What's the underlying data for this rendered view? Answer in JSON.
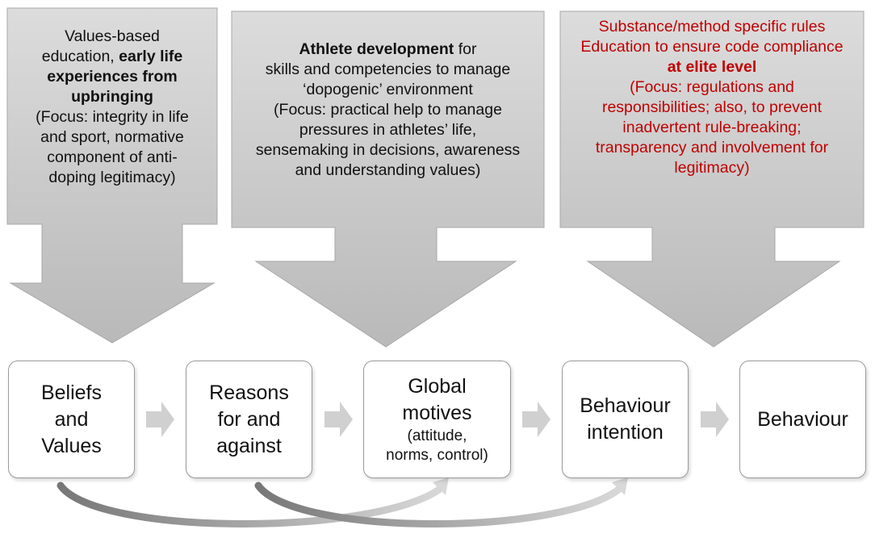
{
  "callouts": [
    {
      "lines": [
        [
          {
            "t": "Values-based",
            "s": ""
          }
        ],
        [
          {
            "t": "education, ",
            "s": ""
          },
          {
            "t": "early life",
            "s": "b"
          }
        ],
        [
          {
            "t": "experiences from",
            "s": "b"
          }
        ],
        [
          {
            "t": "upbringing",
            "s": "b"
          }
        ],
        [
          {
            "t": "(Focus: integrity in life",
            "s": ""
          }
        ],
        [
          {
            "t": "and sport, normative",
            "s": ""
          }
        ],
        [
          {
            "t": "component of anti-",
            "s": ""
          }
        ],
        [
          {
            "t": "doping legitimacy)",
            "s": ""
          }
        ]
      ]
    },
    {
      "lines": [
        [
          {
            "t": "Athlete development",
            "s": "b"
          },
          {
            "t": " for",
            "s": ""
          }
        ],
        [
          {
            "t": "skills and competencies to manage",
            "s": ""
          }
        ],
        [
          {
            "t": "‘dopogenic’ environment",
            "s": ""
          }
        ],
        [
          {
            "t": "(Focus: practical help to manage",
            "s": ""
          }
        ],
        [
          {
            "t": "pressures in athletes’ life,",
            "s": ""
          }
        ],
        [
          {
            "t": "sensemaking in decisions, awareness",
            "s": ""
          }
        ],
        [
          {
            "t": "and understanding values)",
            "s": ""
          }
        ]
      ]
    },
    {
      "lines": [
        [
          {
            "t": "Substance/method specific rules",
            "s": "red"
          }
        ],
        [
          {
            "t": "Education to ensure code compliance",
            "s": "red"
          }
        ],
        [
          {
            "t": "at elite level",
            "s": "red b"
          }
        ],
        [
          {
            "t": "(Focus: regulations and",
            "s": "red"
          }
        ],
        [
          {
            "t": "responsibilities; also, to prevent",
            "s": "red"
          }
        ],
        [
          {
            "t": "inadvertent rule-breaking;",
            "s": "red"
          }
        ],
        [
          {
            "t": "transparency and involvement for",
            "s": "red"
          }
        ],
        [
          {
            "t": "legitimacy)",
            "s": "red"
          }
        ]
      ]
    }
  ],
  "boxes": [
    {
      "lines": [
        "Beliefs",
        "and",
        "Values"
      ],
      "small": []
    },
    {
      "lines": [
        "Reasons",
        "for and",
        "against"
      ],
      "small": []
    },
    {
      "lines": [
        "Global",
        "motives"
      ],
      "small": [
        "(attitude,",
        "norms, control)"
      ]
    },
    {
      "lines": [
        "Behaviour",
        "intention"
      ],
      "small": []
    },
    {
      "lines": [
        "Behaviour"
      ],
      "small": []
    }
  ],
  "colors": {
    "callout_fill": "#c8c8c8",
    "red_text": "#c00000",
    "box_border": "#9a9a9a",
    "arrow": "#cfcfcf"
  }
}
